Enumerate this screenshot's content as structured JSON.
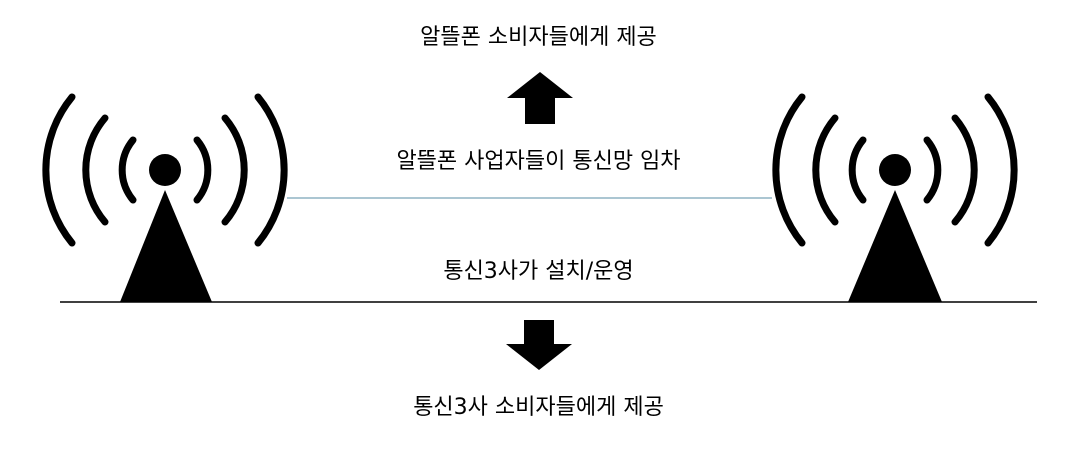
{
  "labels": {
    "top": "알뜰폰 소비자들에게 제공",
    "middle": "알뜰폰 사업자들이 통신망 임차",
    "lower": "통신3사가 설치/운영",
    "bottom": "통신3사 소비자들에게 제공"
  },
  "colors": {
    "ink": "#000000",
    "link_line": "#8fb3c4",
    "ground_line": "#000000"
  },
  "icons": {
    "left_tower": "radio-tower-icon",
    "right_tower": "radio-tower-icon",
    "up_arrow": "arrow-up-icon",
    "down_arrow": "arrow-down-icon"
  }
}
